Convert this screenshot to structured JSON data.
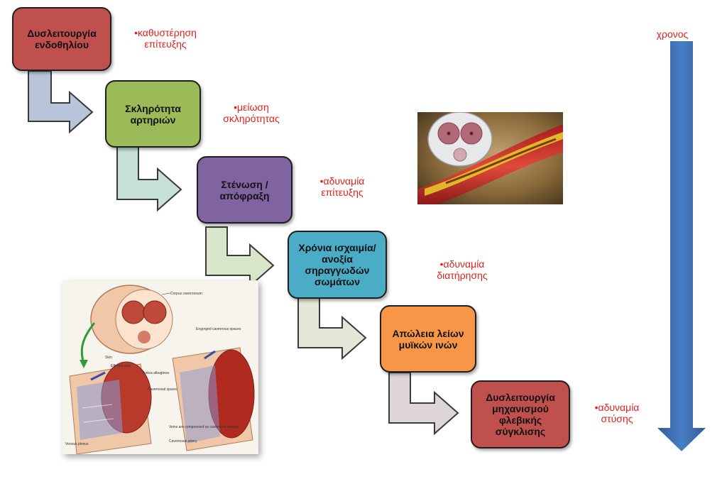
{
  "diagram": {
    "steps": [
      {
        "label": "Δυσλειτουργία ενδοθηλίου",
        "color": "#c0504d",
        "note": "•καθυστέρηση επίτευξης"
      },
      {
        "label": "Σκληρότητα αρτηριών",
        "color": "#9bbb59",
        "note": "•μείωση σκληρότητας"
      },
      {
        "label": "Στένωση /απόφραξη",
        "color": "#8064a2",
        "note": "•αδυναμία επίτευξης"
      },
      {
        "label": "Χρόνια ισχαιμία/ανοξία σηραγγωδών σωμάτων",
        "color": "#4bacc6",
        "note": "•αδυναμία διατήρησης"
      },
      {
        "label": "Απώλεια λείων μυϊκών ινών",
        "color": "#f79646",
        "note": "•αδυναμία στύσης"
      },
      {
        "label": "Δυσλειτουργία μηχανισμού φλεβικής σύγκλισης",
        "color": "#c0504d",
        "note": ""
      }
    ],
    "time_label": "χρονος",
    "connector_colors": [
      "#b8c4da",
      "#c7e1d8",
      "#d8e7c9",
      "#e4e7d7",
      "#ded5d7"
    ],
    "time_arrow_color": "#3e70b6"
  },
  "illustration": {
    "labels": {
      "corpus": "Corpus cavernosum",
      "engorged": "Engorged cavernous spaces",
      "skin": "Skin",
      "efferent": "Efferent vein",
      "tunica": "Tunica albuginea",
      "spaces": "Cavernosal spaces",
      "veins": "Veins are compressed as cavernosa enlarge",
      "plexus": "Venous plexus",
      "artery": "Cavernosal artery"
    }
  }
}
